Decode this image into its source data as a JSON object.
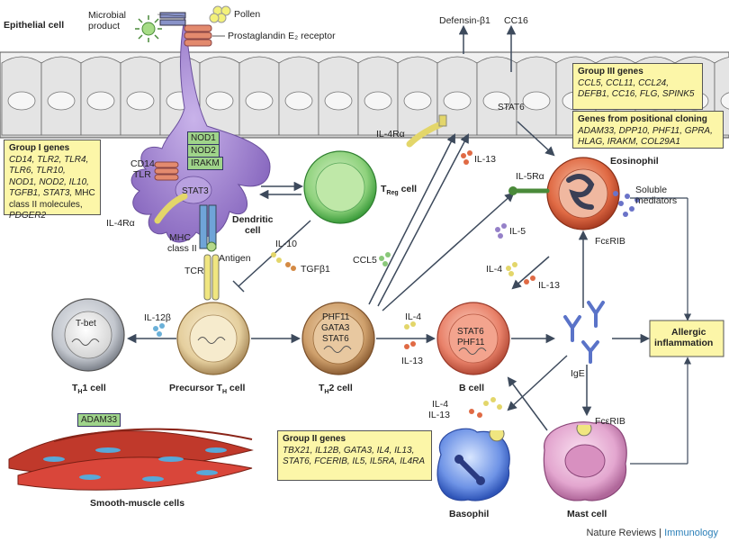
{
  "labels": {
    "epithelial_cell": "Epithelial cell",
    "microbial_product": "Microbial\nproduct",
    "pollen": "Pollen",
    "pge2_receptor": "Prostaglandin E₂ receptor",
    "defensin": "Defensin-β1",
    "cc16": "CC16",
    "stat6_epi": "STAT6",
    "il4ra_epi": "IL-4Rα",
    "il13_top": "IL-13",
    "il5ra": "IL-5Rα",
    "eosinophil": "Eosinophil",
    "soluble_mediators": "Soluble\nmediators",
    "fceri_eos": "FcεRIB",
    "cd14_tlr": "CD14\nTLR",
    "stat3": "STAT3",
    "dendritic_cell": "Dendritic\ncell",
    "il4ra_dc": "IL-4Rα",
    "mhc_class_ii": "MHC\nclass II",
    "antigen": "Antigen",
    "tcr": "TCR",
    "treg_cell": "T",
    "treg_sub": "Reg",
    "treg_suffix": " cell",
    "il10": "IL-10",
    "tgfb1": "TGFβ1",
    "ccl5": "CCL5",
    "il5": "IL-5",
    "il4_mid": "IL-4",
    "il13_mid": "IL-13",
    "tbet": "T-bet",
    "il12b": "IL-12β",
    "th1_cell": "T",
    "th1_sub": "H",
    "th1_suffix": "1 cell",
    "precursor_cell": "Precursor T",
    "precursor_sub": "H",
    "precursor_suffix": " cell",
    "th2_cell": "T",
    "th2_sub": "H",
    "th2_suffix": "2 cell",
    "th2_phf11": "PHF11",
    "th2_gata3": "GATA3",
    "th2_stat6": "STAT6",
    "il4_th2": "IL-4",
    "il13_th2": "IL-13",
    "bcell_stat6": "STAT6",
    "bcell_phf11": "PHF11",
    "b_cell": "B cell",
    "ige": "IgE",
    "allergic_inflammation": "Allergic\ninflammation",
    "il4_baso": "IL-4",
    "il13_baso": "IL-13",
    "fceri_mast": "FcεRIB",
    "basophil": "Basophil",
    "mast_cell": "Mast cell",
    "smooth_muscle": "Smooth-muscle cells",
    "adam33": "ADAM33",
    "nod1": "NOD1",
    "nod2": "NOD2",
    "irakm": "IRAKM"
  },
  "group1": {
    "title": "Group I genes",
    "genes": "CD14, TLR2, TLR4, TLR6, TLR10, NOD1, NOD2, IL10, TGFB1, STAT3,",
    "extra": " MHC class II molecules, ",
    "last": "PDGER2"
  },
  "group2": {
    "title": "Group II genes",
    "genes": "TBX21, IL12B, GATA3, IL4, IL13, STAT6, FCERIB, IL5, IL5RA, IL4RA"
  },
  "group3": {
    "title": "Group III genes",
    "genes": "CCL5, CCL11, CCL24, DEFB1, CC16, FLG, SPINK5"
  },
  "positional": {
    "title": "Genes from positional cloning",
    "genes": "ADAM33, DPP10, PHF11, GPRA, HLAG, IRAKM, COL29A1"
  },
  "footer": {
    "journal": "Nature Reviews",
    "sep": " | ",
    "section": "Immunology"
  },
  "colors": {
    "epithelium": "#dcdcdc",
    "dendritic": "#9b7dc8",
    "treg": "#7fc97a",
    "th1": "#b8bcc4",
    "precursor": "#e3cc9a",
    "th2": "#c99a66",
    "bcell": "#e07a5f",
    "eosinophil": "#d9603f",
    "basophil": "#5a7fd8",
    "mast": "#d48ab8",
    "ige": "#5a73c8",
    "gene_box": "#fcf6a8",
    "green_box": "#9fd48a"
  }
}
